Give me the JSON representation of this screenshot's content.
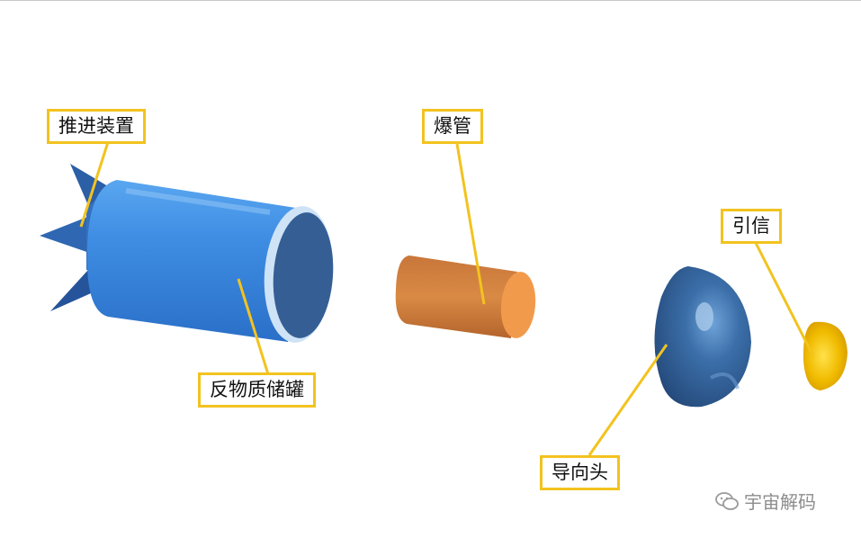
{
  "labels": {
    "propulsion": "推进装置",
    "tube": "爆管",
    "tank": "反物质储罐",
    "fuze": "引信",
    "guide": "导向头"
  },
  "watermark": {
    "icon": "wechat-icon",
    "text": "宇宙解码"
  },
  "colors": {
    "tank": "#3a86dc",
    "tube": "#d8833a",
    "guide": "#2f5f96",
    "fuze": "#f2c200",
    "label_border": "#f2c31f"
  }
}
